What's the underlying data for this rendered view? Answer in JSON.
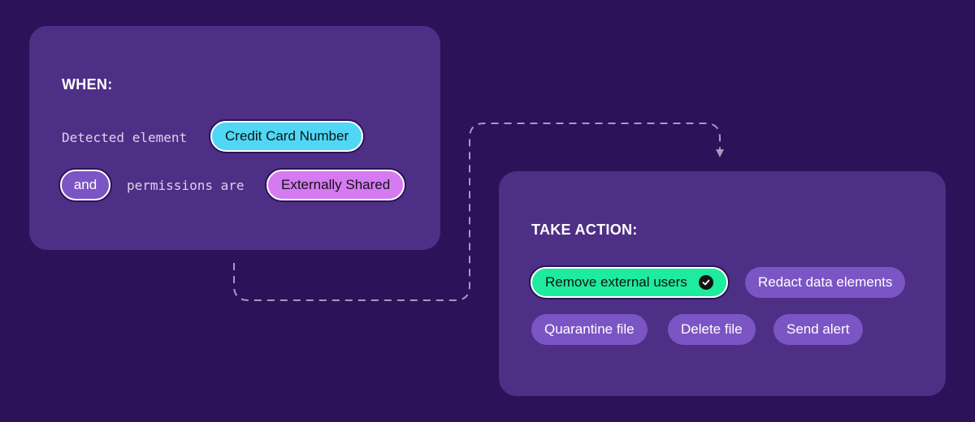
{
  "when": {
    "heading": "WHEN:",
    "detected_text": "Detected element",
    "detected_value": "Credit Card Number",
    "conjunction": "and",
    "permissions_text": "permissions are",
    "permissions_value": "Externally Shared"
  },
  "action": {
    "heading": "TAKE ACTION:",
    "options": [
      {
        "label": "Remove external users",
        "selected": true
      },
      {
        "label": "Redact data elements",
        "selected": false
      },
      {
        "label": "Quarantine file",
        "selected": false
      },
      {
        "label": "Delete file",
        "selected": false
      },
      {
        "label": "Send alert",
        "selected": false
      }
    ]
  },
  "colors": {
    "background": "#2c1259",
    "card": "#4e2f86",
    "cyan": "#4fd7f5",
    "magenta": "#d57af2",
    "green": "#1deb9d",
    "soft_pill": "#7c55c4"
  },
  "icons": {
    "selected_option": "check-circle-icon",
    "connector_end": "arrow-down-icon"
  }
}
